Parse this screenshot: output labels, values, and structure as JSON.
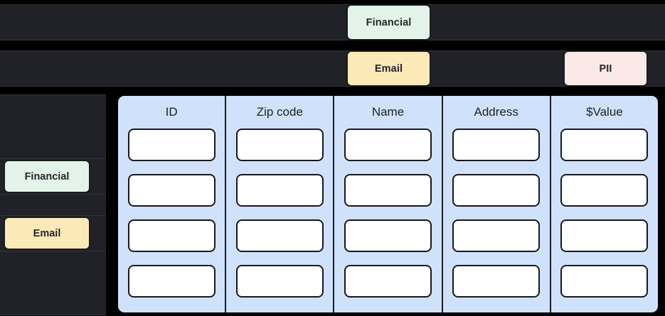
{
  "top_tags": {
    "row1": [
      {
        "label": "Financial",
        "color": "#e3f3ea",
        "name": "tag-financial"
      }
    ],
    "row2": [
      {
        "label": "Email",
        "color": "#fce9b8",
        "name": "tag-email"
      },
      {
        "label": "PII",
        "color": "#fbe9e7",
        "name": "tag-pii"
      }
    ]
  },
  "sidebar": {
    "tags": [
      {
        "label": "Financial",
        "color": "#e3f3ea"
      },
      {
        "label": "Email",
        "color": "#fce9b8"
      }
    ]
  },
  "table": {
    "columns": [
      {
        "header": "ID",
        "cells": [
          "",
          "",
          "",
          ""
        ]
      },
      {
        "header": "Zip code",
        "cells": [
          "",
          "",
          "",
          ""
        ]
      },
      {
        "header": "Name",
        "cells": [
          "",
          "",
          "",
          ""
        ]
      },
      {
        "header": "Address",
        "cells": [
          "",
          "",
          "",
          ""
        ]
      },
      {
        "header": "$Value",
        "cells": [
          "",
          "",
          "",
          ""
        ]
      }
    ],
    "row_count": 4,
    "column_count": 5,
    "background": "#d0e2fb",
    "cell_background": "#ffffff"
  },
  "theme": {
    "page_background": "#000000",
    "panel_background": "#212227",
    "border": "#313238",
    "text_dark": "#24262b"
  }
}
